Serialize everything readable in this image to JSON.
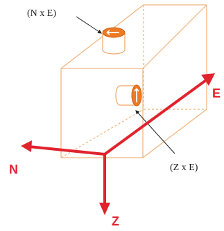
{
  "labels": {
    "top_cylinder": "(N x E)",
    "side_cylinder": "(Z x E)"
  },
  "axes": [
    {
      "name": "E",
      "color": "#e0232d"
    },
    {
      "name": "N",
      "color": "#e0232d"
    },
    {
      "name": "Z",
      "color": "#e0232d"
    }
  ],
  "colors": {
    "box_edge": "#f0b27a",
    "box_hidden_edge": "#f0b27a",
    "cylinder_fill": "#ffffff",
    "cylinder_edge": "#f0a55f",
    "cylinder_cap": "#ee7a23",
    "arrow": "#e0232d",
    "leader": "#222222"
  },
  "icons": [
    "cylinder-sensor-icon",
    "cylinder-sensor-icon"
  ]
}
